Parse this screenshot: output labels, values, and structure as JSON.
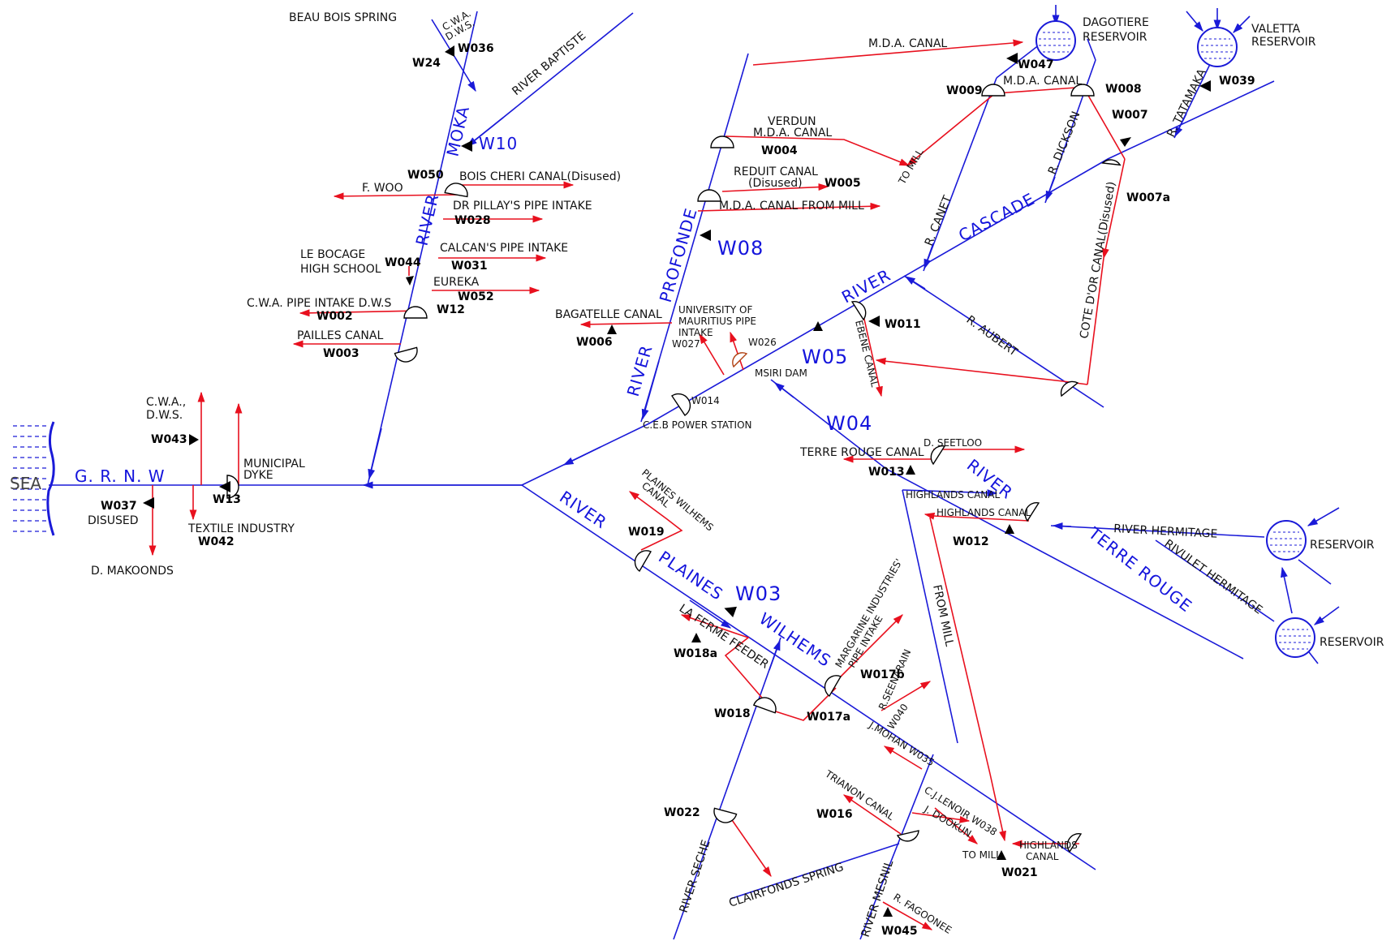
{
  "colors": {
    "river": "#1a1ad8",
    "canal": "#e8101e",
    "sea_hatch": "#1a1ad8",
    "text": "#111111"
  },
  "sea": {
    "label": "SEA"
  },
  "rivers": {
    "grnw": "G. R. N. W",
    "moka": "MOKA",
    "moka_river": "RIVER",
    "baptiste": "RIVER BAPTISTE",
    "profonde": "PROFONDE",
    "profonde_river": "RIVER",
    "cascade": "CASCADE",
    "cascade_river": "RIVER",
    "canet": "R. CANET",
    "dickson": "R. DICKSON",
    "tatamaka": "R. TATAMAKA",
    "aubert": "R. AUBERT",
    "terre_rouge": "TERRE ROUGE",
    "terre_rouge_river": "RIVER",
    "hermitage": "RIVER HERMITAGE",
    "rivulet_hermitage": "RIVULET HERMITAGE",
    "plaines": "PLAINES",
    "wilhems": "WILHEMS",
    "plaines_river": "RIVER",
    "seche": "RIVER SECHE",
    "mesnil": "RIVER MESNIL",
    "seenarain": "R.SEENARAIN",
    "fagoonee": "R. FAGOONEE"
  },
  "stations": {
    "w10": "W10",
    "w08": "W08",
    "w05": "W05",
    "w04": "W04",
    "w03": "W03"
  },
  "reservoirs": {
    "dagotiere": [
      "DAGOTIERE",
      "RESERVOIR"
    ],
    "valetta": [
      "VALETTA",
      "RESERVOIR"
    ],
    "res1": "RESERVOIR",
    "res2": "RESERVOIR"
  },
  "labels": {
    "beau_bois": "BEAU BOIS SPRING",
    "cwa_dws_top": [
      "C.W.A.",
      "D.W.S."
    ],
    "f_woo": "F. WOO",
    "bois_cheri": "BOIS CHERI CANAL(Disused)",
    "dr_pillay": "DR PILLAY'S PIPE INTAKE",
    "calcan": "CALCAN'S PIPE INTAKE",
    "le_bocage": [
      "LE BOCAGE",
      "HIGH SCHOOL"
    ],
    "eureka": "EUREKA",
    "cwa_pipe": "C.W.A. PIPE INTAKE D.W.S",
    "pailles": "PAILLES CANAL",
    "cwa_dws_left": [
      "C.W.A.,",
      "D.W.S."
    ],
    "municipal": [
      "MUNICIPAL",
      "DYKE"
    ],
    "disused": "DISUSED",
    "textile": "TEXTILE INDUSTRY",
    "makoonds": "D. MAKOONDS",
    "mda_canal_top": "M.D.A. CANAL",
    "mda_canal_2": "M.D.A. CANAL",
    "verdun": [
      "VERDUN",
      "M.D.A. CANAL"
    ],
    "to_mill_1": "TO MILL",
    "reduit": [
      "REDUIT CANAL",
      "(Disused)"
    ],
    "mda_from_mill": "M.D.A. CANAL FROM MILL",
    "bagatelle": "BAGATELLE CANAL",
    "uom": [
      "UNIVERSITY OF",
      "MAURITIUS PIPE",
      "INTAKE"
    ],
    "msiri": "MSIRI DAM",
    "ceb": "C.E.B POWER STATION",
    "ebene": "EBENE CANAL",
    "cote_dor": "COTE D'OR CANAL(Disused)",
    "seetloo": "D. SEETLOO",
    "terre_rouge_canal": "TERRE ROUGE CANAL",
    "highlands_1": "HIGHLANDS CANAL",
    "highlands_2": "HIGHLANDS CANAL",
    "highlands_3": [
      "HIGHLANDS",
      "CANAL"
    ],
    "from_mill": "FROM MILL",
    "plaines_canal": [
      "PLAINES WILHEMS",
      "CANAL"
    ],
    "la_ferme": "LA FERME FEEDER",
    "margarine": [
      "MARGARINE INDUSTRIES'",
      "PIPE INTAKE"
    ],
    "jmohan": "J.MOHAN W035",
    "cjlenoir": "C.J.LENOIR W038",
    "trianon": "TRIANON CANAL",
    "jdookun": "J. DOOKUN",
    "to_mill_2": "TO MILL",
    "clairfonds": "CLAIRFONDS   SPRING",
    "w040": "W040"
  },
  "codes": {
    "w036": "W036",
    "w24": "W24",
    "w050": "W050",
    "w028": "W028",
    "w031": "W031",
    "w044": "W044",
    "w052": "W052",
    "w002": "W002",
    "w12": "W12",
    "w003": "W003",
    "w043": "W043",
    "w037": "W037",
    "w13": "W13",
    "w042": "W042",
    "w047": "W047",
    "w009": "W009",
    "w008": "W008",
    "w007": "W007",
    "w007a": "W007a",
    "w039": "W039",
    "w004": "W004",
    "w005": "W005",
    "w006": "W006",
    "w027": "W027",
    "w026": "W026",
    "w014": "W014",
    "w011": "W011",
    "w013": "W013",
    "w012": "W012",
    "w019": "W019",
    "w018a": "W018a",
    "w018": "W018",
    "w017a": "W017a",
    "w017b": "W017b",
    "w022": "W022",
    "w016": "W016",
    "w021": "W021",
    "w045": "W045"
  }
}
